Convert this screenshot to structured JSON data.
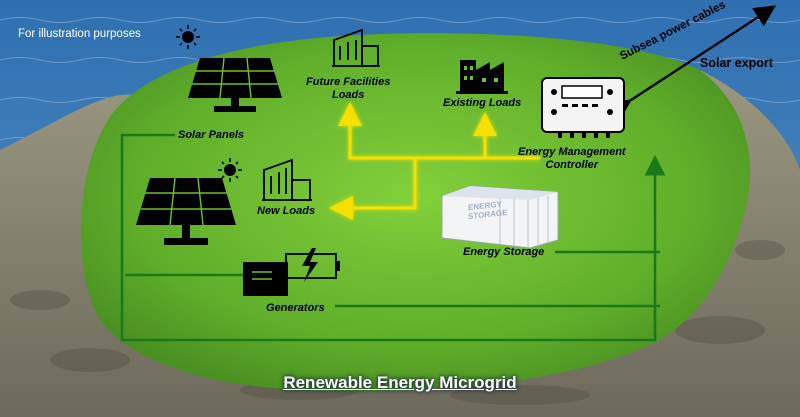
{
  "note": "For illustration purposes",
  "export": {
    "cable_label": "Subsea power cables",
    "label": "Solar export"
  },
  "nodes": {
    "solar_panels_top": "Solar Panels",
    "future_facilities": "Future Facilities\nLoads",
    "existing_loads": "Existing Loads",
    "controller": "Energy Management\nController",
    "new_loads": "New Loads",
    "energy_storage": "Energy Storage",
    "generators": "Generators"
  },
  "storage_container_text": "ENERGY\nSTORAGE",
  "title": "Renewable Energy Microgrid",
  "colors": {
    "sea": "#3f7fbf",
    "island_green": "#6ec02e",
    "rock": "#8a8570",
    "yellow_flow": "#f5e000",
    "green_flow": "#1a7a1a"
  }
}
